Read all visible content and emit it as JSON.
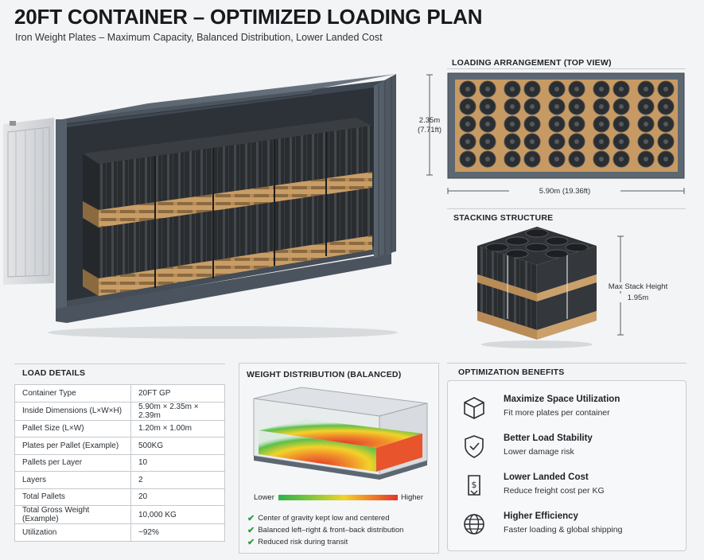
{
  "header": {
    "title": "20FT CONTAINER – OPTIMIZED LOADING PLAN",
    "subtitle": "Iron Weight Plates – Maximum Capacity, Balanced Distribution, Lower Landed Cost"
  },
  "loading_arrangement": {
    "title": "LOADING ARRANGEMENT (TOP VIEW)",
    "width_label": "2.35m",
    "width_label_ft": "(7.71ft)",
    "length_label": "5.90m (19.36ft)"
  },
  "stacking_structure": {
    "title": "STACKING STRUCTURE",
    "height_label": "Max Stack Height",
    "height_value": "1.95m"
  },
  "load_details": {
    "title": "LOAD DETAILS",
    "rows": [
      {
        "label": "Container Type",
        "value": "20FT GP"
      },
      {
        "label": "Inside Dimensions (L×W×H)",
        "value": "5.90m × 2.35m × 2.39m"
      },
      {
        "label": "Pallet Size (L×W)",
        "value": "1.20m × 1.00m"
      },
      {
        "label": "Plates per Pallet (Example)",
        "value": "500KG"
      },
      {
        "label": "Pallets per Layer",
        "value": "10"
      },
      {
        "label": "Layers",
        "value": "2"
      },
      {
        "label": "Total Pallets",
        "value": "20"
      },
      {
        "label": "Total Gross Weight (Example)",
        "value": "10,000 KG"
      },
      {
        "label": "Utilization",
        "value": "~92%"
      }
    ]
  },
  "weight_distribution": {
    "title": "WEIGHT DISTRIBUTION (BALANCED)",
    "legend_low": "Lower",
    "legend_high": "Higher",
    "checks": [
      "Center of gravity kept low and centered",
      "Balanced left–right & front–back distribution",
      "Reduced risk during transit"
    ],
    "colors": {
      "low": "#2db24a",
      "mid": "#f2d22a",
      "high": "#e2352b",
      "check": "#2e9a3c"
    }
  },
  "optimization_benefits": {
    "title": "OPTIMIZATION BENEFITS",
    "items": [
      {
        "icon": "box-icon",
        "title": "Maximize Space Utilization",
        "desc": "Fit more plates per container"
      },
      {
        "icon": "shield-check-icon",
        "title": "Better Load Stability",
        "desc": "Lower damage risk"
      },
      {
        "icon": "dollar-down-icon",
        "title": "Lower Landed Cost",
        "desc": "Reduce freight cost per KG"
      },
      {
        "icon": "globe-icon",
        "title": "Higher Efficiency",
        "desc": "Faster loading & global shipping"
      }
    ]
  },
  "colors": {
    "container": "#5d6772",
    "pallet": "#c79a63",
    "plate": "#2b2e31"
  }
}
